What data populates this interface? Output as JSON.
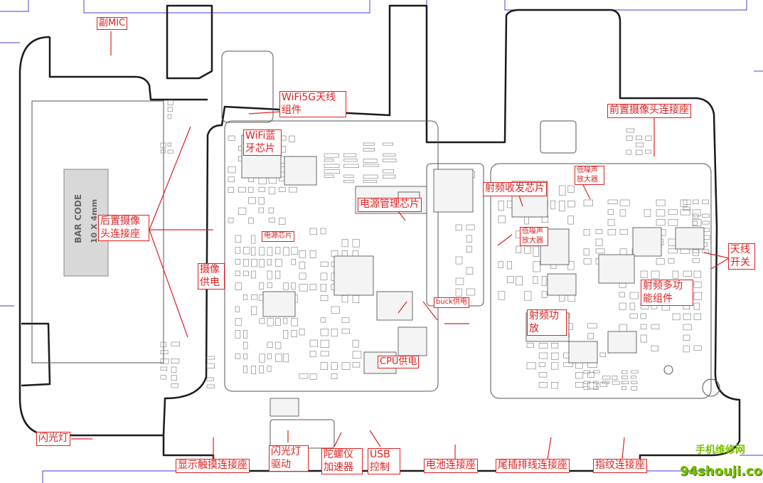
{
  "annotations": [
    {
      "id": "sub-mic",
      "label": "副MIC"
    },
    {
      "id": "wifi5g-antenna",
      "label": "WiFi5G天线组件"
    },
    {
      "id": "wifi-bt-chip",
      "label": "WiFi蓝牙芯片"
    },
    {
      "id": "front-camera-connector",
      "label": "前置摄像头连接座"
    },
    {
      "id": "lna-1",
      "label": "低噪声放大器"
    },
    {
      "id": "rf-transceiver",
      "label": "射频收发芯片"
    },
    {
      "id": "pmic",
      "label": "电源管理芯片"
    },
    {
      "id": "power-chip-small",
      "label": "电源芯片"
    },
    {
      "id": "rear-camera-connector",
      "label": "后置摄像头连接座"
    },
    {
      "id": "lna-2",
      "label": "低噪声放大器"
    },
    {
      "id": "antenna-switch",
      "label": "天线开关"
    },
    {
      "id": "camera-power",
      "label": "摄像供电"
    },
    {
      "id": "rf-frontend-module",
      "label": "射频多功能组件"
    },
    {
      "id": "buck-power",
      "label": "buck供电"
    },
    {
      "id": "rf-pa",
      "label": "射频功放"
    },
    {
      "id": "cpu-power",
      "label": "CPU供电"
    },
    {
      "id": "flash-led",
      "label": "闪光灯"
    },
    {
      "id": "display-touch-connector",
      "label": "显示触摸连接座"
    },
    {
      "id": "flash-driver",
      "label": "闪光灯驱动"
    },
    {
      "id": "gyro-accel",
      "label": "陀螺仪加速器"
    },
    {
      "id": "usb-control",
      "label": "USB控制"
    },
    {
      "id": "battery-connector",
      "label": "电池连接座"
    },
    {
      "id": "tail-flex-connector",
      "label": "尾插排线连接座"
    },
    {
      "id": "fingerprint-connector",
      "label": "指纹连接座"
    }
  ],
  "barcode": {
    "line1": "BAR CODE",
    "line2": "10 X 4mm"
  },
  "watermark": {
    "top": "手机维修网",
    "bottom": "94shouji.com"
  },
  "colors": {
    "annotation": "#e02020",
    "outline": "#1a1a1a",
    "frame": "#6666dd",
    "text": "#444444",
    "watermark_green": "#7cc000",
    "watermark_dark": "#3a7000"
  }
}
